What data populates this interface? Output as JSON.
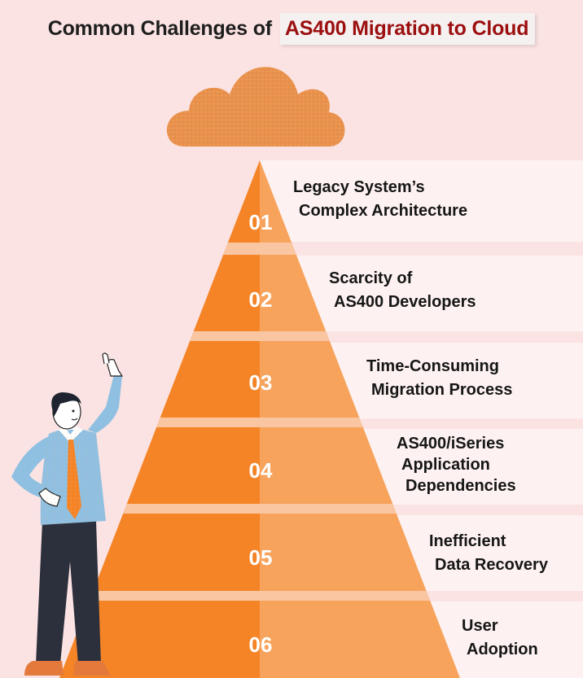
{
  "title": {
    "prefix": "Common Challenges of",
    "highlight": "AS400 Migration to Cloud"
  },
  "colors": {
    "background": "#fbe3e3",
    "pyramid_dark": "#f58427",
    "pyramid_light": "#f7a35c",
    "title_accent": "#9b0f0f",
    "band": "#f9c6a1"
  },
  "steps": [
    {
      "number": "01",
      "lines": [
        "Legacy System’s",
        "Complex Architecture"
      ]
    },
    {
      "number": "02",
      "lines": [
        "Scarcity of",
        "AS400 Developers"
      ]
    },
    {
      "number": "03",
      "lines": [
        "Time-Consuming",
        "Migration Process"
      ]
    },
    {
      "number": "04",
      "lines": [
        "AS400/iSeries",
        "Application",
        "Dependencies"
      ]
    },
    {
      "number": "05",
      "lines": [
        "Inefficient",
        "Data Recovery"
      ]
    },
    {
      "number": "06",
      "lines": [
        "User",
        "Adoption"
      ]
    }
  ],
  "icons": {
    "cloud": "cloud-icon",
    "person": "pointing-man-illustration"
  }
}
